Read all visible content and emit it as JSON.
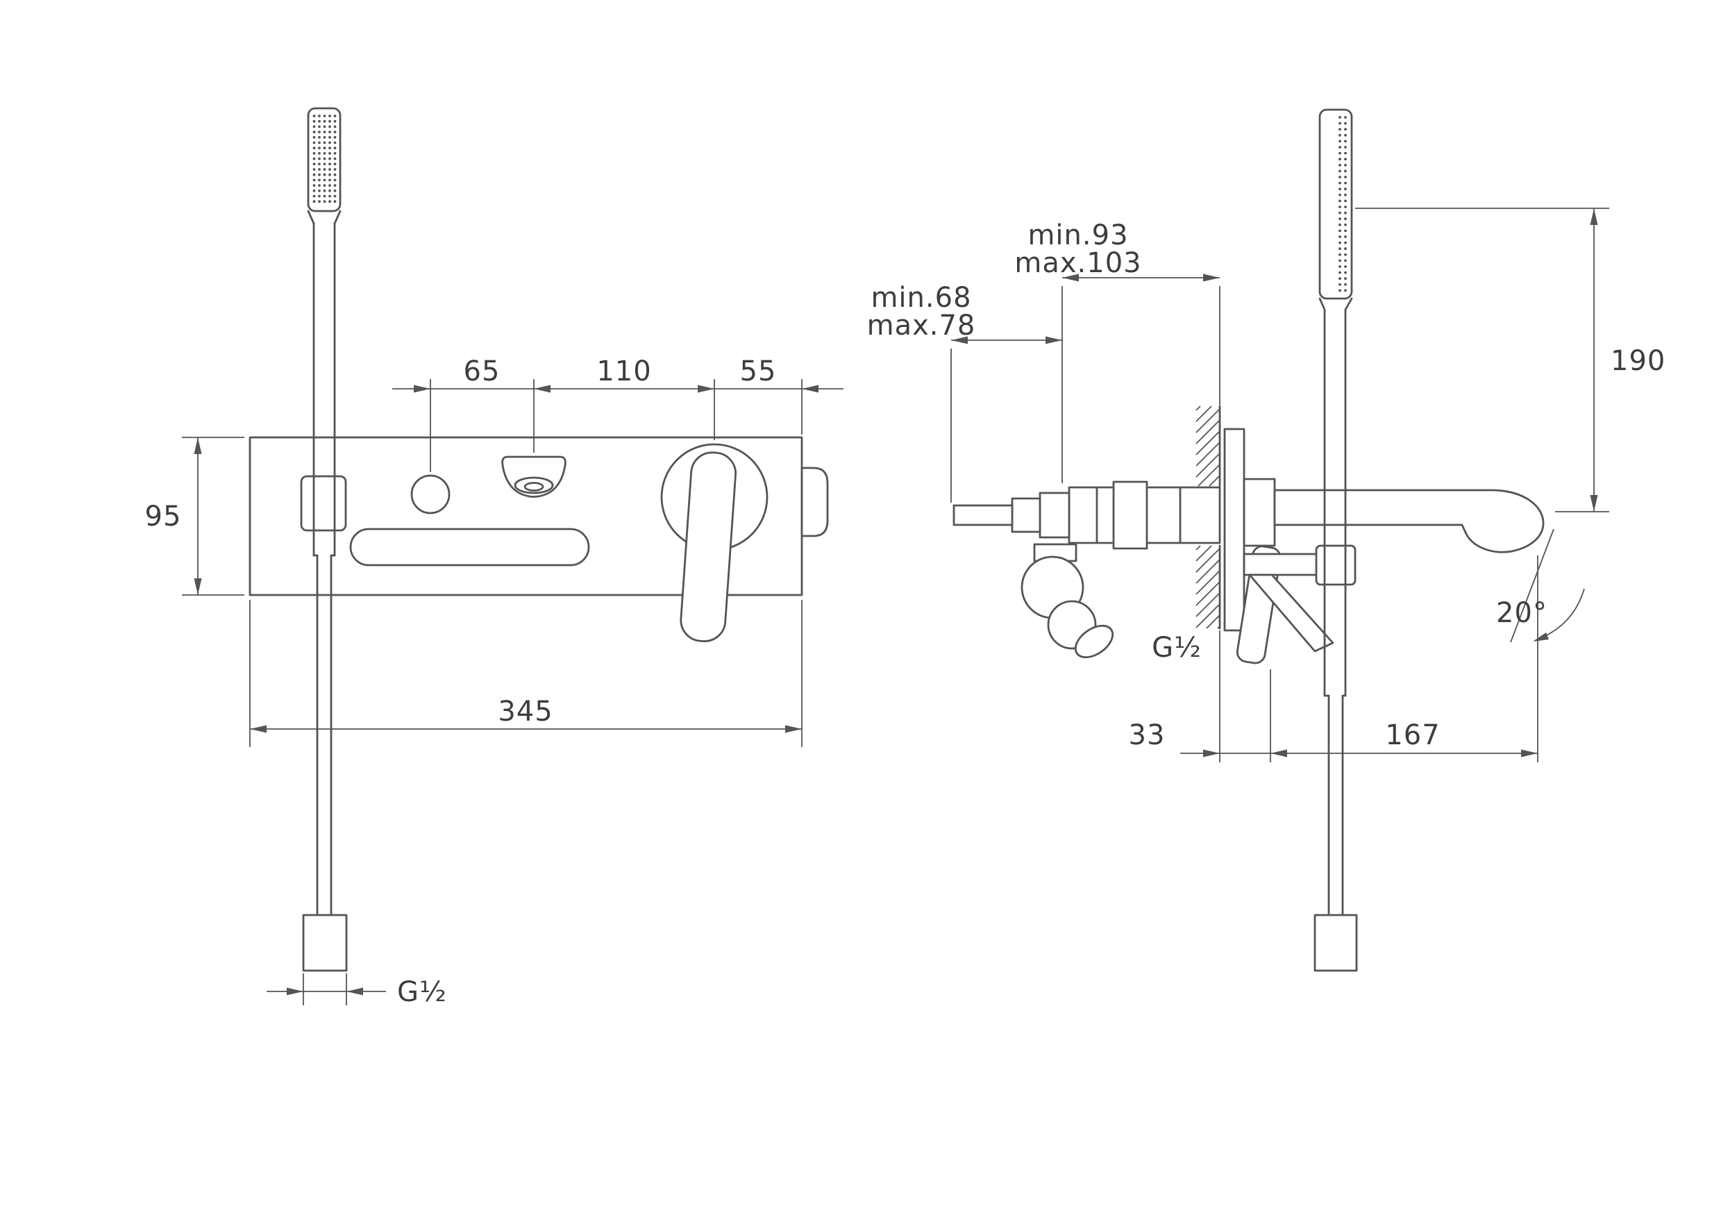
{
  "colors": {
    "line": "#545454",
    "text": "#3d3d3d",
    "background": "#ffffff"
  },
  "front_view": {
    "dim_spacing_left": "65",
    "dim_spacing_mid": "110",
    "dim_spacing_right": "55",
    "dim_plate_height": "95",
    "dim_plate_width": "345",
    "label_hose_thread": "G½"
  },
  "side_view": {
    "dim_depth_min": "min.93",
    "dim_depth_max": "max.103",
    "dim_offset_min": "min.68",
    "dim_offset_max": "max.78",
    "dim_handshower_height": "190",
    "dim_wall_to_body": "33",
    "dim_spout_reach": "167",
    "label_supply_thread": "G½",
    "label_spout_angle": "20°"
  }
}
